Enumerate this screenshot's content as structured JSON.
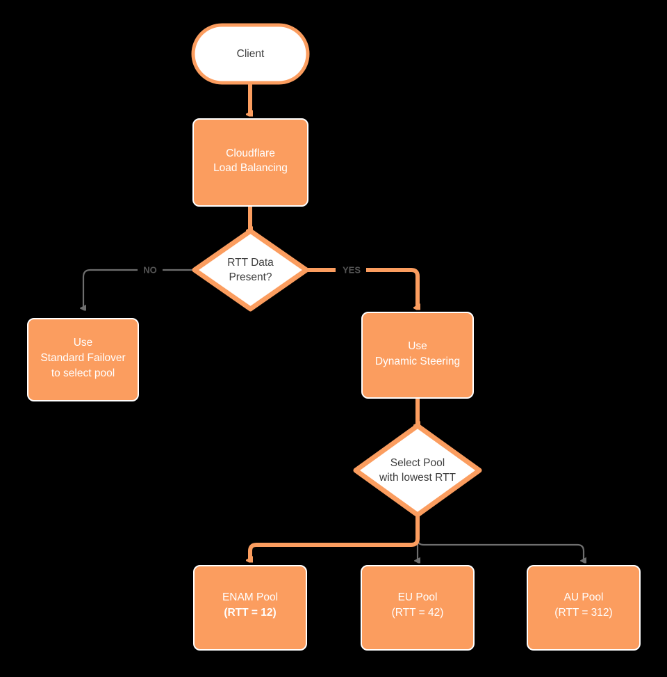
{
  "diagram": {
    "type": "flowchart",
    "title": "Cloudflare Load Balancing RTT Dynamic Steering Flow",
    "colors": {
      "background": "#000000",
      "node_fill": "#fb9d5f",
      "node_fill_alt": "#ffffff",
      "node_stroke": "#fb9d5f",
      "node_stroke_light": "#ffffff",
      "edge_active": "#fb9d5f",
      "edge_inactive": "#6e6e6e",
      "text_light": "#ffffff",
      "text_dark": "#3d3d3d",
      "label_text": "#555555"
    },
    "nodes": [
      {
        "id": "client",
        "shape": "stadium",
        "lines": [
          "Client"
        ],
        "fill": "white",
        "text": "dark"
      },
      {
        "id": "lb",
        "shape": "rect",
        "lines": [
          "Cloudflare",
          "Load Balancing"
        ],
        "fill": "orange",
        "text": "light"
      },
      {
        "id": "rtt-decision",
        "shape": "diamond",
        "lines": [
          "RTT Data",
          "Present?"
        ],
        "fill": "white",
        "text": "dark"
      },
      {
        "id": "standard-failover",
        "shape": "rect",
        "lines": [
          "Use",
          "Standard Failover",
          "to select pool"
        ],
        "fill": "orange",
        "text": "light"
      },
      {
        "id": "dynamic-steering",
        "shape": "rect",
        "lines": [
          "Use",
          "Dynamic Steering"
        ],
        "fill": "orange",
        "text": "light"
      },
      {
        "id": "select-pool",
        "shape": "diamond",
        "lines": [
          "Select Pool",
          "with lowest RTT"
        ],
        "fill": "white",
        "text": "dark"
      },
      {
        "id": "enam-pool",
        "shape": "rect",
        "lines": [
          "ENAM Pool",
          "(RTT = 12)"
        ],
        "fill": "orange",
        "text": "light",
        "bold_line": 1,
        "rtt_value": 12,
        "selected": true
      },
      {
        "id": "eu-pool",
        "shape": "rect",
        "lines": [
          "EU Pool",
          "(RTT = 42)"
        ],
        "fill": "orange",
        "text": "light",
        "rtt_value": 42,
        "selected": false
      },
      {
        "id": "au-pool",
        "shape": "rect",
        "lines": [
          "AU Pool",
          "(RTT = 312)"
        ],
        "fill": "orange",
        "text": "light",
        "rtt_value": 312,
        "selected": false
      }
    ],
    "edge_labels": {
      "no": "NO",
      "yes": "YES"
    },
    "edges": [
      {
        "from": "client",
        "to": "lb",
        "style": "active"
      },
      {
        "from": "lb",
        "to": "rtt-decision",
        "style": "active"
      },
      {
        "from": "rtt-decision",
        "to": "standard-failover",
        "label": "NO",
        "style": "inactive"
      },
      {
        "from": "rtt-decision",
        "to": "dynamic-steering",
        "label": "YES",
        "style": "active"
      },
      {
        "from": "dynamic-steering",
        "to": "select-pool",
        "style": "active"
      },
      {
        "from": "select-pool",
        "to": "enam-pool",
        "style": "active"
      },
      {
        "from": "select-pool",
        "to": "eu-pool",
        "style": "inactive"
      },
      {
        "from": "select-pool",
        "to": "au-pool",
        "style": "inactive"
      }
    ]
  },
  "text": {
    "client": "Client",
    "lb_line1": "Cloudflare",
    "lb_line2": "Load Balancing",
    "rtt_q_line1": "RTT Data",
    "rtt_q_line2": "Present?",
    "failover_line1": "Use",
    "failover_line2": "Standard Failover",
    "failover_line3": "to select pool",
    "steering_line1": "Use",
    "steering_line2": "Dynamic Steering",
    "select_line1": "Select Pool",
    "select_line2": "with lowest RTT",
    "enam_line1": "ENAM Pool",
    "enam_line2": "(RTT = 12)",
    "eu_line1": "EU Pool",
    "eu_line2": "(RTT = 42)",
    "au_line1": "AU Pool",
    "au_line2": "(RTT = 312)",
    "no_label": "NO",
    "yes_label": "YES"
  }
}
